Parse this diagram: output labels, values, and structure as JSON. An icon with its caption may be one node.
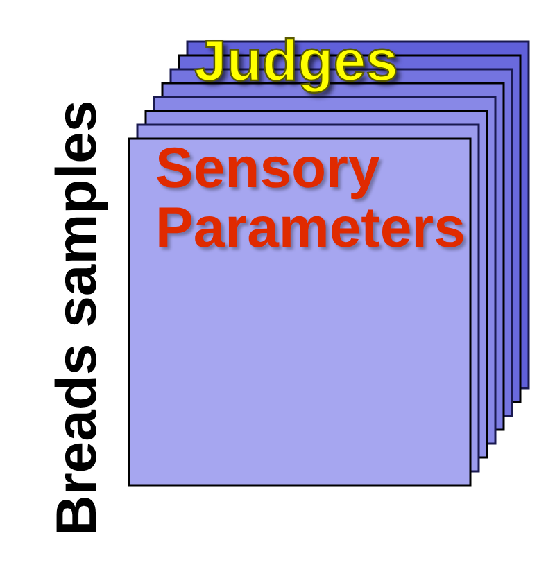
{
  "diagram": {
    "labels": [
      "Judges",
      "Sensory Parameters",
      "Breads samples"
    ]
  }
}
